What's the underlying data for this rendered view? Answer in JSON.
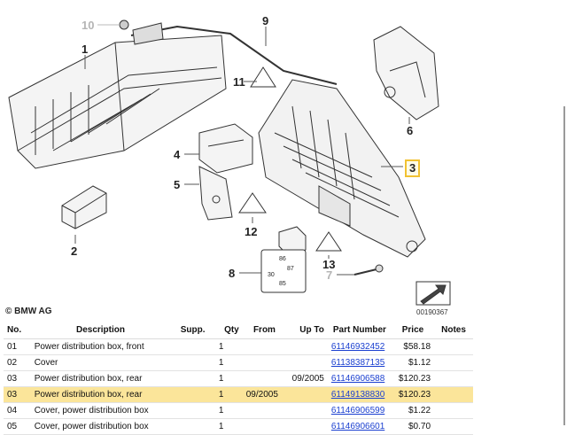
{
  "diagram": {
    "callouts": [
      "1",
      "2",
      "3",
      "4",
      "5",
      "6",
      "7",
      "8",
      "9",
      "10",
      "11",
      "12",
      "13"
    ],
    "relay_labels": [
      "30",
      "87",
      "85",
      "86"
    ],
    "copyright": "© BMW AG",
    "image_id": "00190367",
    "highlight_color": "#f1c232"
  },
  "table": {
    "headers": [
      "No.",
      "Description",
      "Supp.",
      "Qty",
      "From",
      "Up To",
      "Part Number",
      "Price",
      "Notes"
    ],
    "rows": [
      {
        "no": "01",
        "description": "Power distribution box, front",
        "supp": "",
        "qty": "1",
        "from": "",
        "up_to": "",
        "part_number": "61146932452",
        "price": "$58.18",
        "notes": ""
      },
      {
        "no": "02",
        "description": "Cover",
        "supp": "",
        "qty": "1",
        "from": "",
        "up_to": "",
        "part_number": "61138387135",
        "price": "$1.12",
        "notes": ""
      },
      {
        "no": "03",
        "description": "Power distribution box, rear",
        "supp": "",
        "qty": "1",
        "from": "",
        "up_to": "09/2005",
        "part_number": "61146906588",
        "price": "$120.23",
        "notes": ""
      },
      {
        "no": "03",
        "description": "Power distribution box, rear",
        "supp": "",
        "qty": "1",
        "from": "09/2005",
        "up_to": "",
        "part_number": "61149138830",
        "price": "$120.23",
        "notes": ""
      },
      {
        "no": "04",
        "description": "Cover, power distribution box",
        "supp": "",
        "qty": "1",
        "from": "",
        "up_to": "",
        "part_number": "61146906599",
        "price": "$1.22",
        "notes": ""
      },
      {
        "no": "05",
        "description": "Cover, power distribution box",
        "supp": "",
        "qty": "1",
        "from": "",
        "up_to": "",
        "part_number": "61146906601",
        "price": "$0.70",
        "notes": ""
      }
    ],
    "highlight_row_color": "#fbe59a"
  }
}
